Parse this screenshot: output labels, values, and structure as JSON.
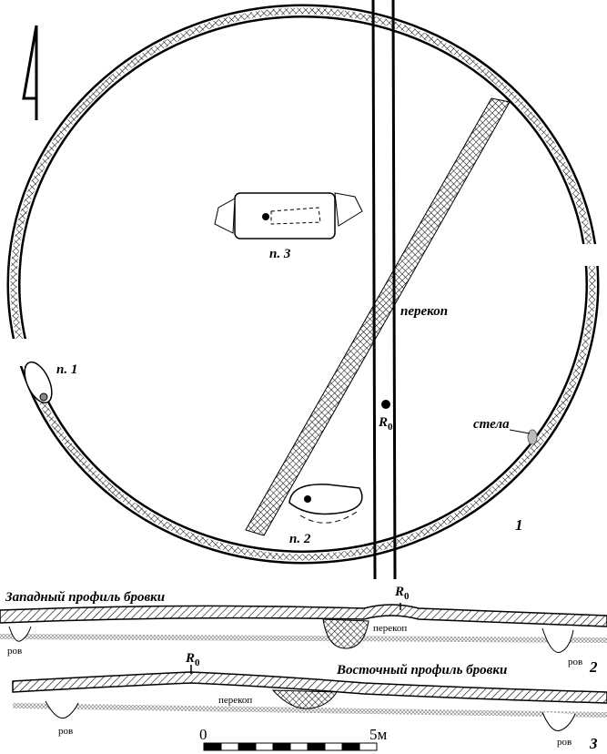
{
  "plan": {
    "burials": [
      {
        "label": "п. 1"
      },
      {
        "label": "п. 2"
      },
      {
        "label": "п. 3"
      }
    ],
    "trench_label": "перекоп",
    "reference_point": {
      "label": "R",
      "subscript": "0"
    },
    "stele_label": "стела",
    "figure_number": "1"
  },
  "west_profile": {
    "title": "Западный профиль бровки",
    "reference_point": {
      "label": "R",
      "subscript": "0"
    },
    "trench_label": "перекоп",
    "ditch_labels": [
      "ров",
      "ров"
    ],
    "figure_number": "2"
  },
  "east_profile": {
    "title": "Восточный профиль бровки",
    "reference_point": {
      "label": "R",
      "subscript": "0"
    },
    "trench_label": "перекоп",
    "ditch_labels": [
      "ров",
      "ров"
    ],
    "figure_number": "3"
  },
  "scale_bar": {
    "start": "0",
    "end": "5",
    "unit": "м"
  }
}
